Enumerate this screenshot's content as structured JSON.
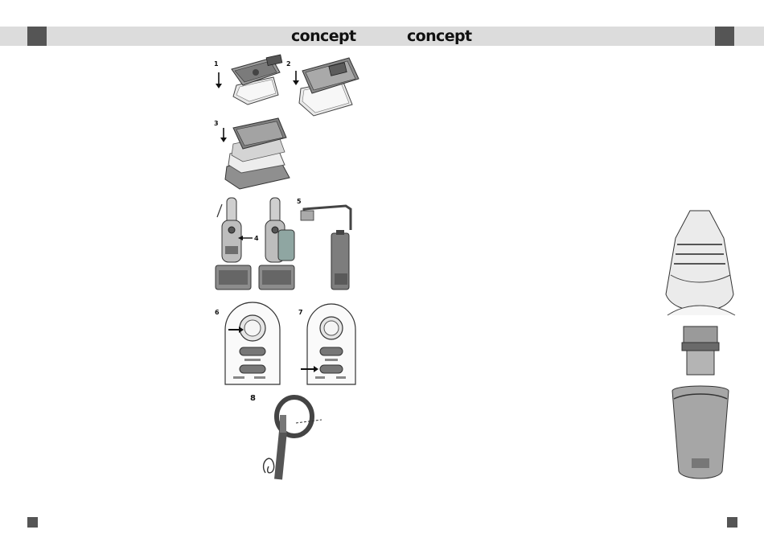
{
  "header": {
    "brand_left": "concept",
    "brand_right": "concept"
  },
  "figures": {
    "step1": "1",
    "step2": "2",
    "step3": "3",
    "step4": "4",
    "step5": "5",
    "step6": "6",
    "step7": "7",
    "step8": "8"
  }
}
